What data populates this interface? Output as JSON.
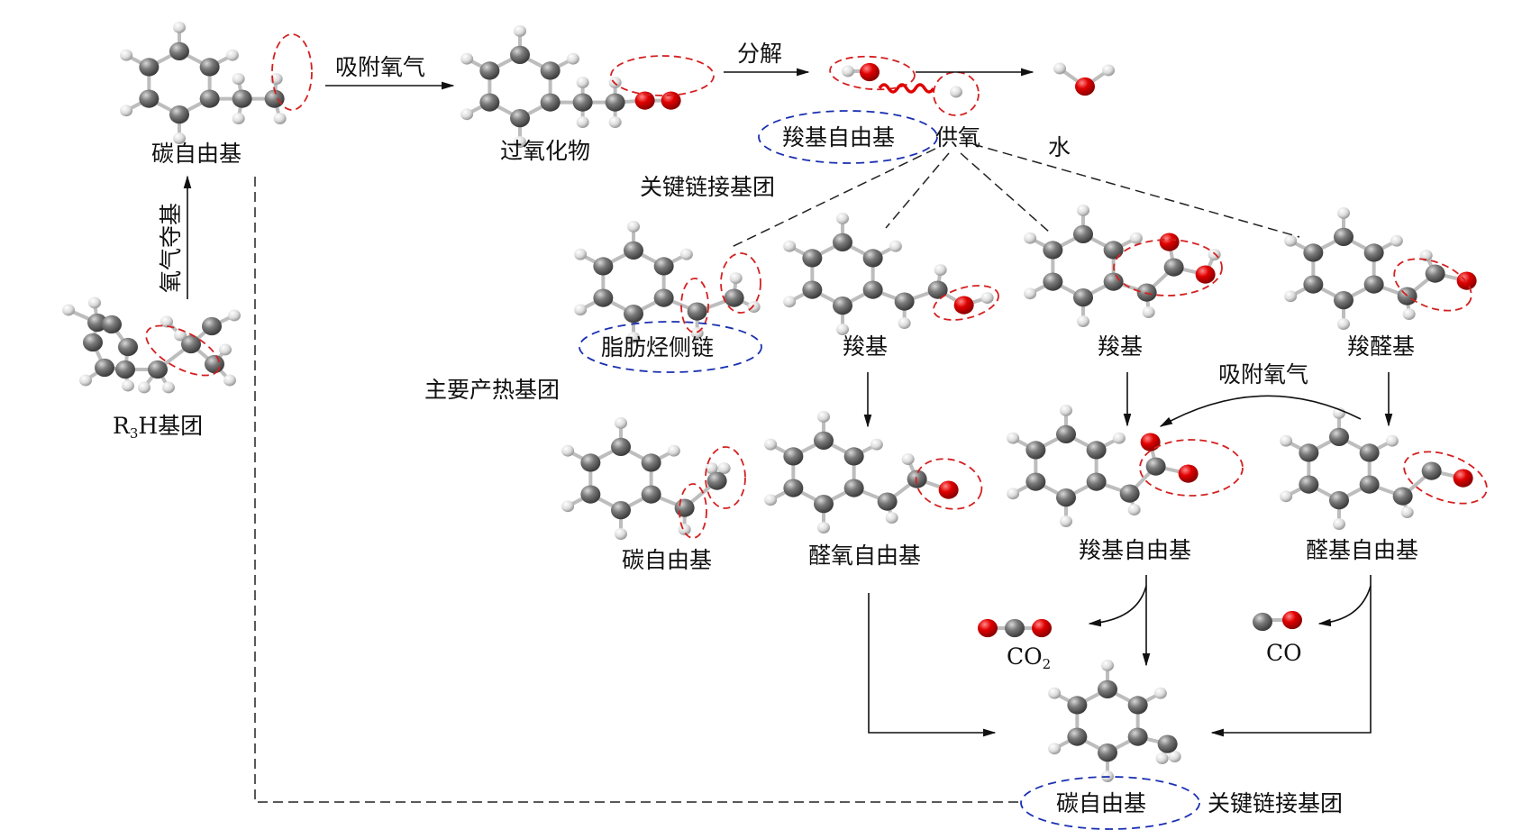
{
  "diagram": {
    "type": "reaction-pathway",
    "colors": {
      "carbon": "#6e6e6e",
      "hydrogen": "#e6e6e6",
      "oxygen": "#e00000",
      "highlight_red": "#d42020",
      "highlight_blue": "#1a2fb0",
      "line": "#111111",
      "dash_line": "#333333"
    },
    "labels": {
      "carbon_radical_top": "碳自由基",
      "adsorb_oxygen_top": "吸附氧气",
      "peroxide": "过氧化物",
      "decompose": "分解",
      "hydroxyl_radical": "羧基自由基",
      "oxygen_supply": "供氧",
      "water": "水",
      "key_linking_group_top": "关键链接基团",
      "oxygen_abstraction": "氧气夺基",
      "r3h_prefix": "R",
      "r3h_sub": "3",
      "r3h_suffix": "H基团",
      "aliphatic_side_chain": "脂肪烃侧链",
      "main_heat_group": "主要产热基团",
      "hydroxyl_1": "羧基",
      "carboxyl_2": "羧基",
      "carboxaldehyde": "羧醛基",
      "adsorb_oxygen_curve": "吸附氧气",
      "carbon_radical_mid": "碳自由基",
      "aldehyde_oxy_radical": "醛氧自由基",
      "carboxyl_radical": "羧基自由基",
      "aldehyde_radical": "醛基自由基",
      "co2_prefix": "CO",
      "co2_sub": "2",
      "co": "CO",
      "carbon_radical_bottom": "碳自由基",
      "key_linking_group_bottom": "关键链接基团"
    },
    "nodes": [
      {
        "id": "carbon-radical-1",
        "label": "碳自由基",
        "structure": "ethylbenzene radical",
        "highlight": "terminal CH2"
      },
      {
        "id": "peroxide",
        "label": "过氧化物",
        "structure": "phenylethyl peroxide",
        "highlight": "C-O-O"
      },
      {
        "id": "hydroxyl-radical",
        "label": "羧基自由基",
        "structure": "OH + H",
        "note": "供氧"
      },
      {
        "id": "water",
        "label": "水",
        "structure": "H2O"
      },
      {
        "id": "r3h",
        "label": "R3H基团",
        "structure": "alkylbenzene"
      },
      {
        "id": "aliphatic-side-chain",
        "label": "脂肪烃侧链",
        "structure": "ethylbenzene"
      },
      {
        "id": "hydroxyl",
        "label": "羧基",
        "structure": "phenylethanol"
      },
      {
        "id": "carboxyl",
        "label": "羧基",
        "structure": "phenylacetic acid"
      },
      {
        "id": "aldehyde",
        "label": "羧醛基",
        "structure": "phenylacetaldehyde"
      },
      {
        "id": "carbon-radical-2",
        "label": "碳自由基",
        "structure": "ethylbenzene radical"
      },
      {
        "id": "aldehyde-oxy-radical",
        "label": "醛氧自由基"
      },
      {
        "id": "carboxyl-radical",
        "label": "羧基自由基"
      },
      {
        "id": "aldehyde-radical",
        "label": "醛基自由基"
      },
      {
        "id": "co2",
        "label": "CO2"
      },
      {
        "id": "co",
        "label": "CO"
      },
      {
        "id": "carbon-radical-3",
        "label": "碳自由基",
        "annotation": "关键链接基团"
      }
    ],
    "edges": [
      {
        "from": "carbon-radical-1",
        "to": "peroxide",
        "label": "吸附氧气",
        "style": "solid"
      },
      {
        "from": "peroxide",
        "to": "hydroxyl-radical",
        "label": "分解",
        "style": "solid"
      },
      {
        "from": "hydroxyl-radical",
        "to": "water",
        "label": "",
        "style": "solid"
      },
      {
        "from": "r3h",
        "to": "carbon-radical-1",
        "label": "氧气夺基",
        "style": "solid"
      },
      {
        "from": "oxygen-supply",
        "to": "aliphatic-side-chain",
        "style": "dashed"
      },
      {
        "from": "oxygen-supply",
        "to": "hydroxyl",
        "style": "dashed"
      },
      {
        "from": "oxygen-supply",
        "to": "carboxyl",
        "style": "dashed"
      },
      {
        "from": "oxygen-supply",
        "to": "aldehyde",
        "style": "dashed"
      },
      {
        "from": "hydroxyl",
        "to": "aldehyde-oxy-radical",
        "style": "solid"
      },
      {
        "from": "carboxyl",
        "to": "carboxyl-radical",
        "style": "solid"
      },
      {
        "from": "aldehyde",
        "to": "aldehyde-radical",
        "style": "solid"
      },
      {
        "from": "aldehyde-radical",
        "to": "carboxyl-radical",
        "label": "吸附氧气",
        "style": "curved"
      },
      {
        "from": "carboxyl-radical",
        "to": "co2",
        "style": "curved"
      },
      {
        "from": "carboxyl-radical",
        "to": "carbon-radical-3",
        "style": "solid"
      },
      {
        "from": "aldehyde-radical",
        "to": "co",
        "style": "curved"
      },
      {
        "from": "aldehyde-radical",
        "to": "carbon-radical-3",
        "style": "elbow"
      },
      {
        "from": "aldehyde-oxy-radical",
        "to": "carbon-radical-3",
        "style": "elbow"
      },
      {
        "from": "carbon-radical-1",
        "to": "carbon-radical-3",
        "style": "dashed-elbow"
      }
    ]
  }
}
